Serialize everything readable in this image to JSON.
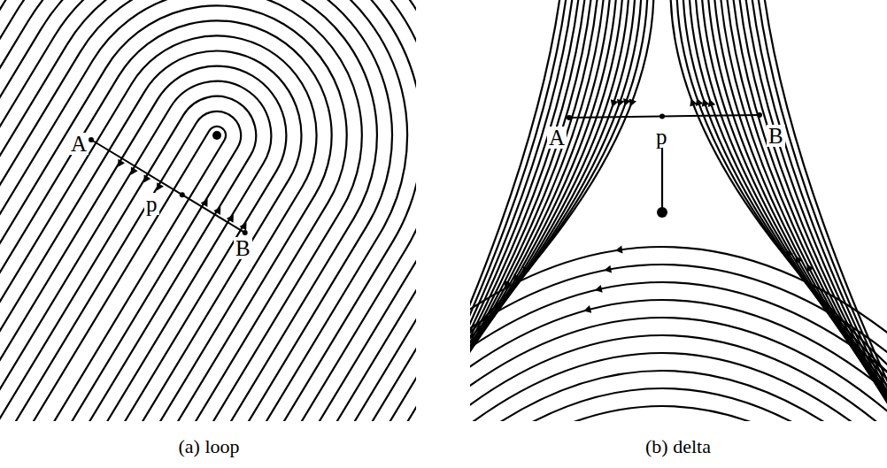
{
  "diagram": {
    "labels": [
      "A",
      "p",
      "B",
      "A",
      "p",
      "B",
      "(a) loop",
      "(b) delta"
    ]
  }
}
